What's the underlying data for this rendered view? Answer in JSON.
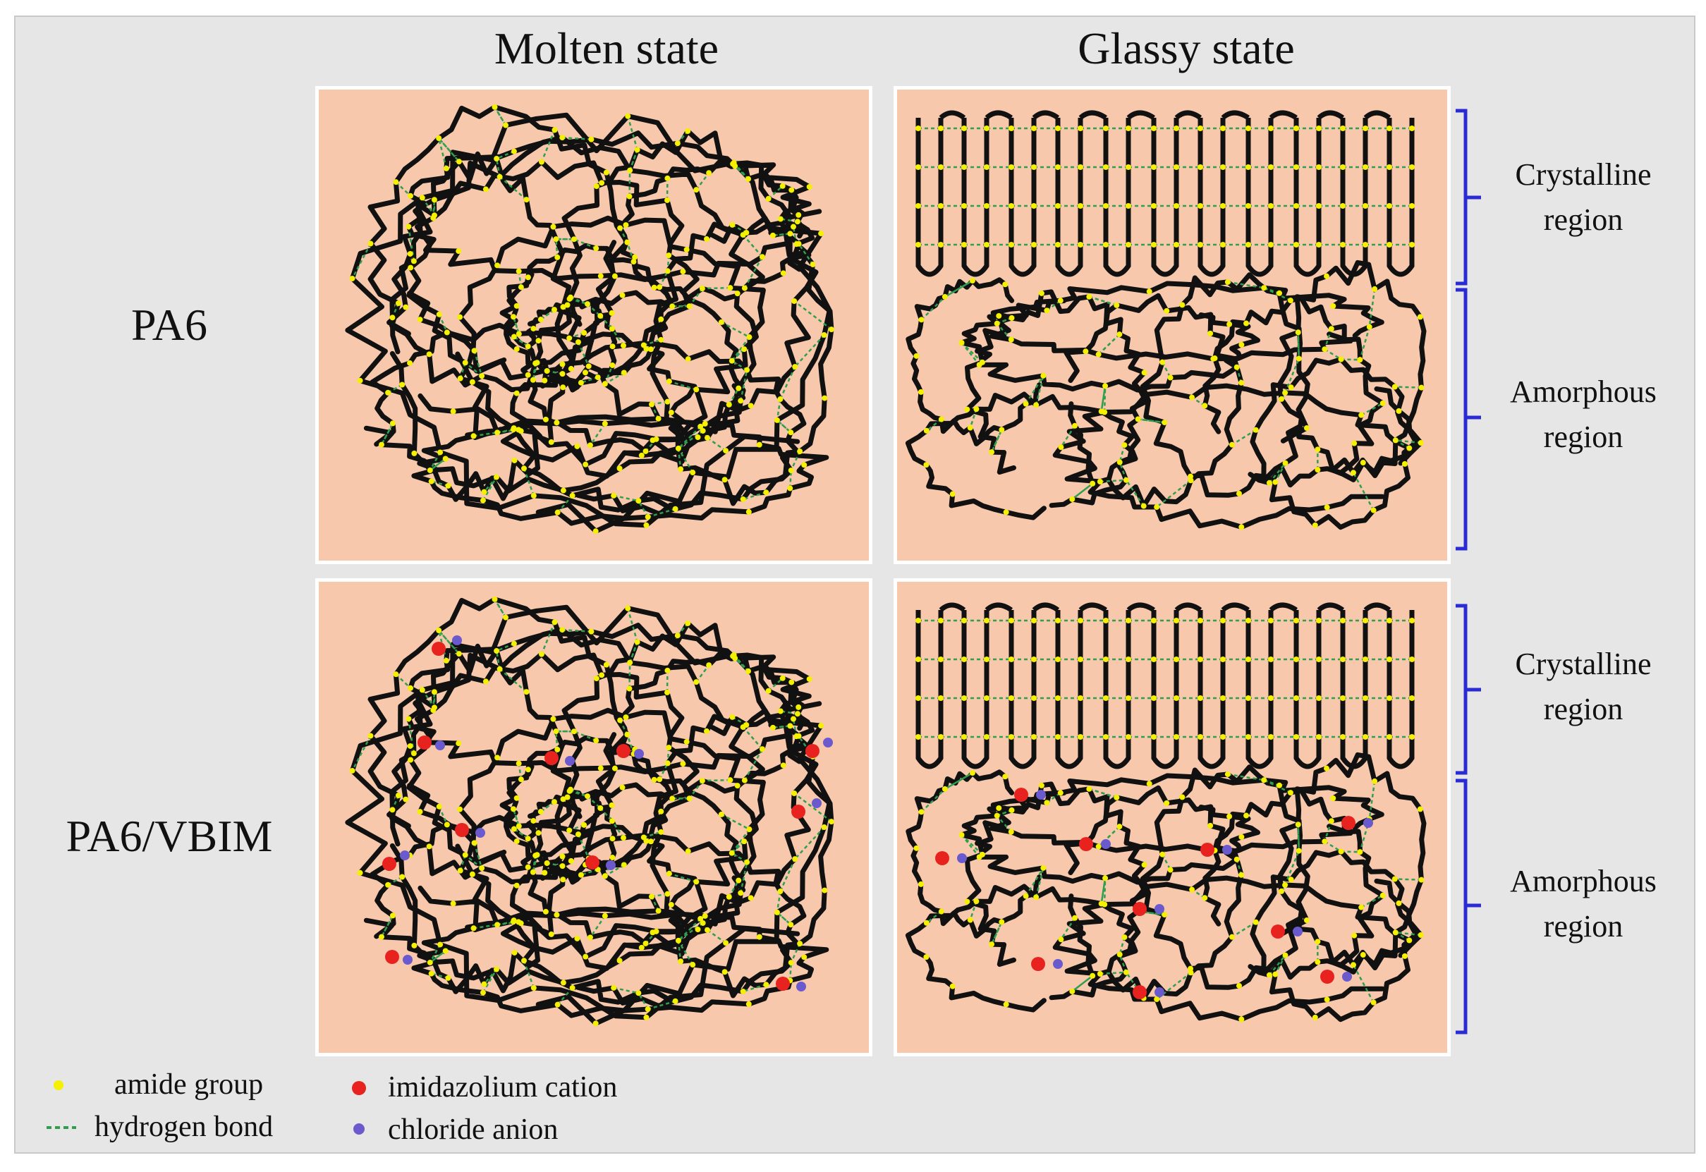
{
  "titles": {
    "molten": "Molten state",
    "glassy": "Glassy state"
  },
  "rows": {
    "pa6": "PA6",
    "pa6_vbim": "PA6/VBIM"
  },
  "regions": {
    "crystalline_line1": "Crystalline",
    "crystalline_line2": "region",
    "amorphous_line1": "Amorphous",
    "amorphous_line2": "region"
  },
  "legend": {
    "amide": "amide group",
    "hbond": "hydrogen bond",
    "cation": "imidazolium cation",
    "anion": "chloride anion"
  },
  "colors": {
    "background": "#e6e6e6",
    "panel": "#f7c8ac",
    "chain": "#111111",
    "amide": "#f5f000",
    "hbond": "#2f9e4f",
    "cation": "#e8231f",
    "anion": "#6a5acd",
    "bracket": "#2b2bd6"
  }
}
